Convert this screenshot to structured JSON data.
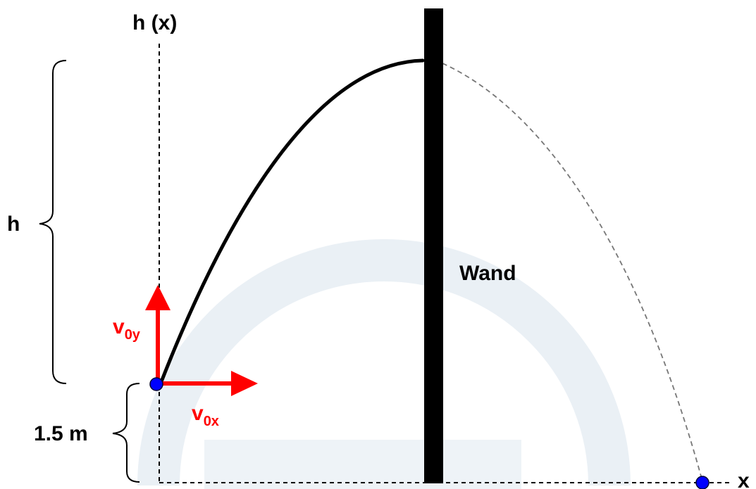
{
  "labels": {
    "y_axis": "h (x)",
    "x_axis": "x",
    "height": "h",
    "base_height": "1.5 m",
    "wall": "Wand",
    "v0y_main": "v",
    "v0y_sub": "0y",
    "v0x_main": "v",
    "v0x_sub": "0x"
  },
  "colors": {
    "ink": "#000000",
    "vector": "#ff0000",
    "point": "#0000ff",
    "dashed": "#777777",
    "watermark": "#eaf0f5"
  }
}
